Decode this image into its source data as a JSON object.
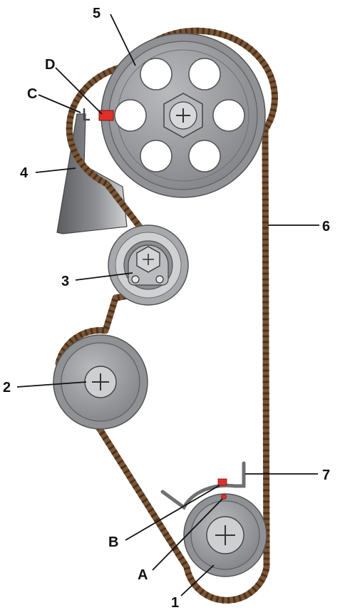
{
  "labels": {
    "n1": "1",
    "n2": "2",
    "n3": "3",
    "n4": "4",
    "n5": "5",
    "n6": "6",
    "n7": "7",
    "A": "A",
    "B": "B",
    "C": "C",
    "D": "D"
  },
  "colors": {
    "belt": "#7a5535",
    "pulley": "#9a9c9f",
    "pulley_dark": "#6d6f72",
    "hub": "#c9cbcd",
    "mark": "#e0302a"
  }
}
